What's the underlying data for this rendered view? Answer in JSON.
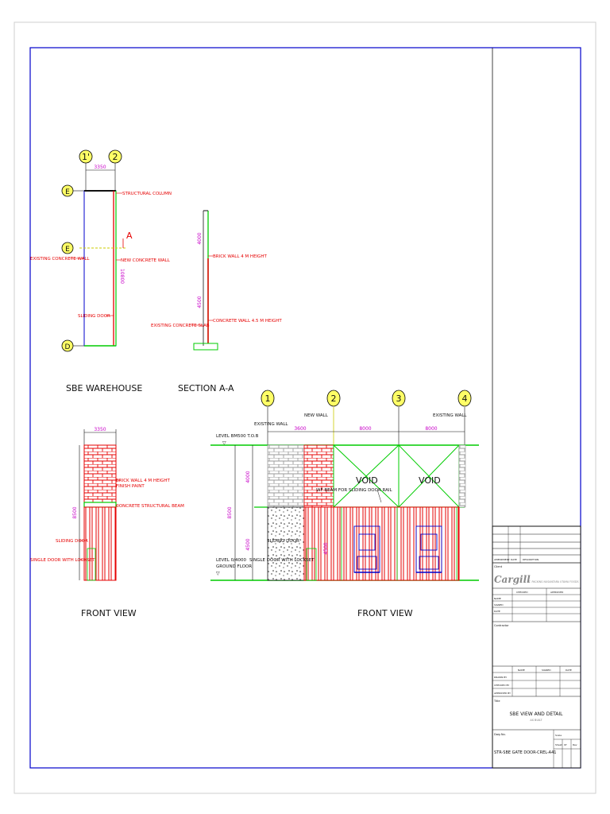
{
  "grids_plan": [
    "1'",
    "2",
    "E",
    "E",
    "D"
  ],
  "grids_front": [
    "1",
    "2",
    "3",
    "4"
  ],
  "plan": {
    "title": "SBE WAREHOUSE",
    "dim_top": "3350",
    "dim_side": "10800",
    "section_marker": "A",
    "labels": {
      "structural_column": "STRUCTURAL COLUMN",
      "existing_wall": "EXISTING CONCRETE WALL",
      "new_wall": "NEW CONCRETE WALL",
      "sliding_door": "SLIDING DOOR"
    }
  },
  "section": {
    "title": "SECTION A-A",
    "dim_upper": "4000",
    "dim_lower": "4500",
    "labels": {
      "brick_wall": "BRICK WALL 4 M HEIGHT",
      "concrete_wall": "CONCRETE WALL 4.5 M HEIGHT",
      "existing_slab": "EXISTING CONCRETE SLAB"
    }
  },
  "front_left": {
    "title": "FRONT VIEW",
    "dim_top": "3350",
    "dim_side": "8500",
    "labels": {
      "brick_wall": "BRICK WALL 4 M HEIGHT",
      "finish_paint": "FINISH PAINT",
      "beam": "CONCRETE STRUCTURAL BEAM",
      "sliding_door": "SLIDING DOOR",
      "single_door": "SINGLE DOOR WITH LOCKSET"
    }
  },
  "front_right": {
    "title": "FRONT VIEW",
    "top_labels": {
      "existing_wall_left": "EXISTING WALL",
      "new_wall": "NEW WALL",
      "existing_wall_right": "EXISTING WALL"
    },
    "dims": [
      "3600",
      "8000",
      "8000"
    ],
    "dim_side": "8500",
    "dim_upper": "4000",
    "dim_lower": "4500",
    "level_top": "LEVEL BM500 T.O.B",
    "level_bottom_1": "LEVEL 0/4000",
    "level_bottom_2": "GROUND FLOOR",
    "void_1": "VOID",
    "void_2": "VOID",
    "wf_beam": "WF BEAM FOR SLIDING DOOR RAIL",
    "sliding_door": "SLIDING DOOR",
    "single_door": "SINGLE DOOR WITH LOCKSET",
    "center_dim": "4500"
  },
  "title_block": {
    "rev_headers": [
      "AMENDMENT",
      "DATE",
      "DESCRIPTION"
    ],
    "client_label": "Client",
    "company": "Cargill",
    "company_sub": "PT. PACKING NUSANTARA UTAMA FOODS",
    "check_headers": [
      "CHECKED",
      "APPROVED"
    ],
    "row_labels": [
      "NAME",
      "SIGNED",
      "DATE"
    ],
    "contractor_label": "Contractor",
    "sign_headers": [
      "NAME",
      "SIGNED",
      "DATE"
    ],
    "sign_rows": [
      "DRAWN BY",
      "CHECKED BY",
      "APPROVED BY"
    ],
    "title_label": "Title",
    "drawing_title": "SBE VIEW AND DETAIL",
    "drawing_sub": "AS BUILT",
    "dwg_label": "Dwg No.",
    "dwg_number": "STR-SBE GATE DOOR-CREL-A41",
    "scale_label": "Scale",
    "sheet_label": "Sheet",
    "of_label": "Of",
    "rev_label": "Rev"
  }
}
